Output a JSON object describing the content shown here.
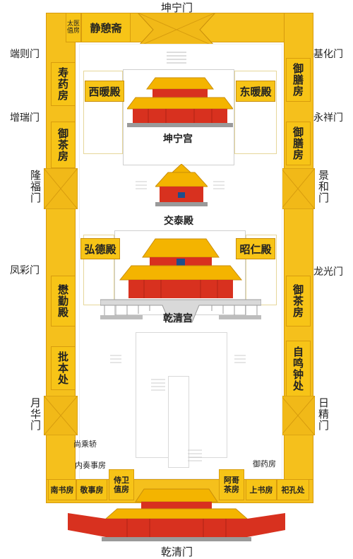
{
  "gates": {
    "kunning_gate": "坤宁门",
    "qianqing_gate": "乾清门",
    "duanze_gate": "端则门",
    "zengrui_gate": "增瑞门",
    "longfu_gate": "隆福门",
    "fengcai_gate": "凤彩门",
    "yuehua_gate": "月华门",
    "jihua_gate": "基化门",
    "yongxiang_gate": "永祥门",
    "jinghe_gate": "景和门",
    "longguang_gate": "龙光门",
    "rijing_gate": "日精门"
  },
  "halls": {
    "kunning_palace": "坤宁宫",
    "jiaotai_hall": "交泰殿",
    "qianqing_palace": "乾清宫",
    "west_warm_hall": "西暖殿",
    "east_warm_hall": "东暖殿",
    "hongde_hall": "弘德殿",
    "zhaoren_hall": "昭仁殿"
  },
  "rooms": {
    "taiyi_room": "太医值房",
    "jingyi_studio": "静憩斋",
    "shouyao_room": "寿药房",
    "yucha_room_west": "御茶房",
    "maoqin_hall": "懋勤殿",
    "piben_office": "批本处",
    "yushan_room_1": "御膳房",
    "yushan_room_2": "御膳房",
    "yucha_room_east": "御茶房",
    "ziming_clock_office": "自鸣钟处",
    "shangchengjiao": "尚乘轿",
    "neizou_office": "内奏事房",
    "nanshu_room": "南书房",
    "jingshi_room": "敬事房",
    "shiwei_room": "侍卫值房",
    "yuyao_room": "御药房",
    "age_tea_room": "阿哥茶房",
    "shangshu_room": "上书房",
    "sikong_office": "祀孔处"
  },
  "colors": {
    "wall_yellow": "#f5c01c",
    "roof_yellow": "#f4b400",
    "wall_red": "#d8311f",
    "stone_grey": "#cfcfcf"
  }
}
